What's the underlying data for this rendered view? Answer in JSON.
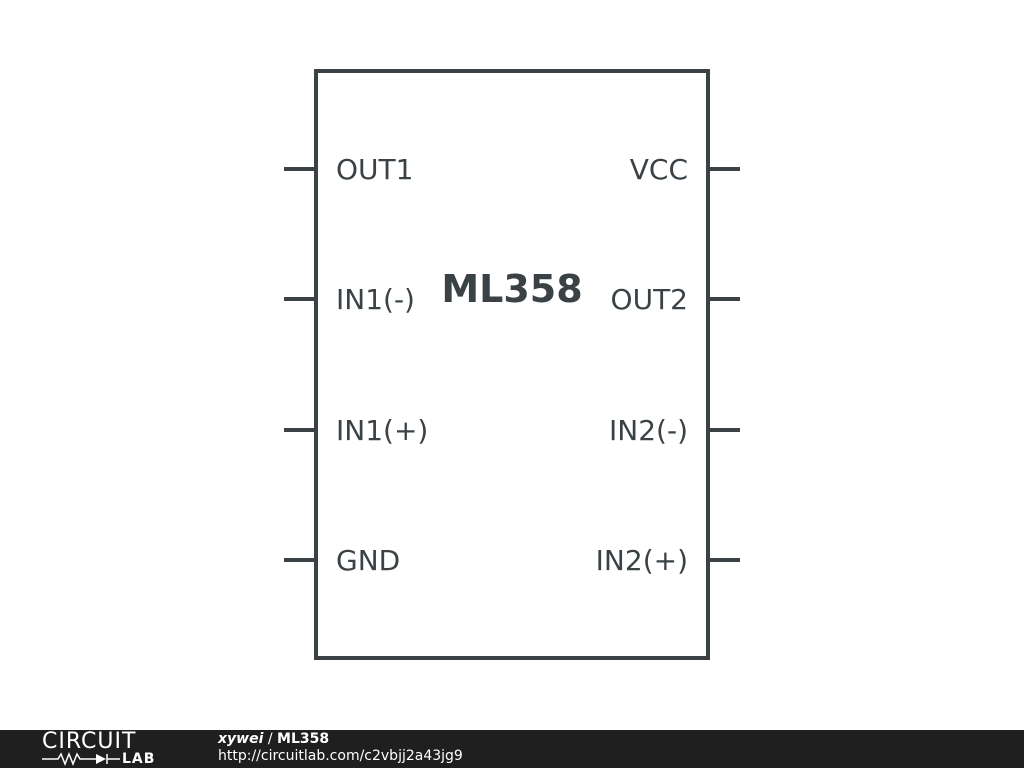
{
  "schematic": {
    "chip_name": "ML358",
    "stroke_color": "#3b4246",
    "left_pins": [
      "OUT1",
      "IN1(-)",
      "IN1(+)",
      "GND"
    ],
    "right_pins": [
      "VCC",
      "OUT2",
      "IN2(-)",
      "IN2(+)"
    ]
  },
  "footer": {
    "logo_top": "CIRCUIT",
    "logo_bottom": "LAB",
    "user": "xywei",
    "separator": " / ",
    "title": "ML358",
    "url": "http://circuitlab.com/c2vbjj2a43jg9",
    "background": "#1f1f1f"
  }
}
